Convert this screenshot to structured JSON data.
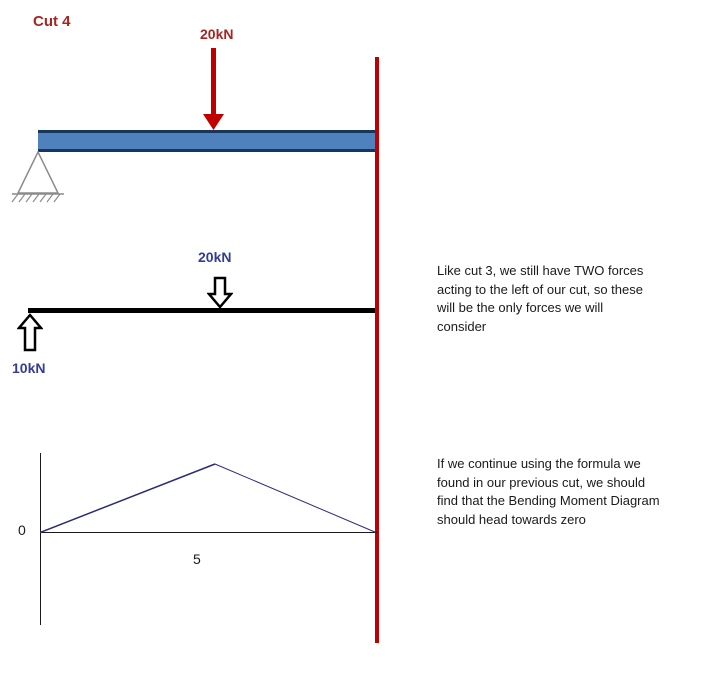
{
  "title": {
    "label": "Cut 4",
    "color": "#A8241F"
  },
  "loaded_beam": {
    "load_label": "20kN",
    "load_arrow_color": "#C00000",
    "beam_fill_color": "#4F81BD",
    "beam_border_color": "#17365D",
    "support": "pin-support-with-hatched-ground"
  },
  "cut_line": {
    "color": "#C00000"
  },
  "free_body_diagram": {
    "load_label": "20kN",
    "reaction_label": "10kN",
    "label_color": "#333D99",
    "beam_color": "#000000",
    "arrow_style": "hollow-block-arrows"
  },
  "bending_moment_diagram": {
    "origin_label": "0",
    "span_label": "5",
    "curve_color": "#2B2B7D",
    "chart": {
      "type": "line",
      "x_fractions": [
        0,
        0.52,
        1
      ],
      "moment_profile": [
        "zero",
        "peak",
        "zero"
      ],
      "note": "triangular bending moment diagram rising from 0 to a peak near midspan then returning to 0 at the cut"
    }
  },
  "notes": {
    "forces": {
      "lines": [
        "Like cut 3, we still have TWO forces",
        "acting to the left of our cut, so these",
        "will be the only forces we will",
        "consider"
      ]
    },
    "bending": {
      "lines": [
        "If we continue using the formula we",
        "found in our previous cut, we should",
        "find that the Bending Moment Diagram",
        "should head towards zero"
      ]
    }
  }
}
